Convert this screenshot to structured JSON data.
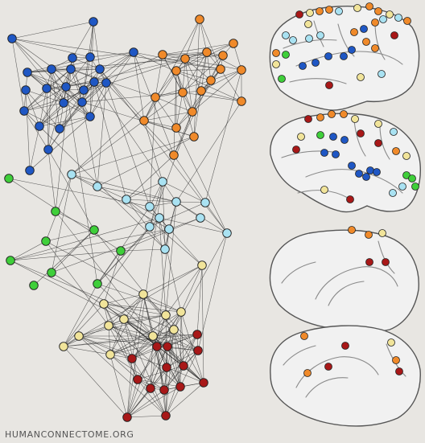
{
  "credit": "HUMANCONNECTOME.ORG",
  "palette": {
    "blue": "#1f57c4",
    "orange": "#f08a2a",
    "cyan": "#a9e2f2",
    "green": "#3fcf3a",
    "yellow": "#f1e49a",
    "red": "#a81818",
    "edge": "#2a2a2a",
    "brain_fill": "#f1f1f1",
    "brain_stroke": "#555555",
    "background": "#e8e6e2"
  },
  "network": {
    "node_count": 83,
    "modules": [
      {
        "color": "blue",
        "count": 23
      },
      {
        "color": "orange",
        "count": 19
      },
      {
        "color": "cyan",
        "count": 13
      },
      {
        "color": "green",
        "count": 8
      },
      {
        "color": "yellow",
        "count": 11
      },
      {
        "color": "red",
        "count": 13
      }
    ]
  },
  "brain_views": [
    {
      "view": "lateral-left"
    },
    {
      "view": "lateral-right"
    },
    {
      "view": "medial-left"
    },
    {
      "view": "medial-right"
    }
  ]
}
